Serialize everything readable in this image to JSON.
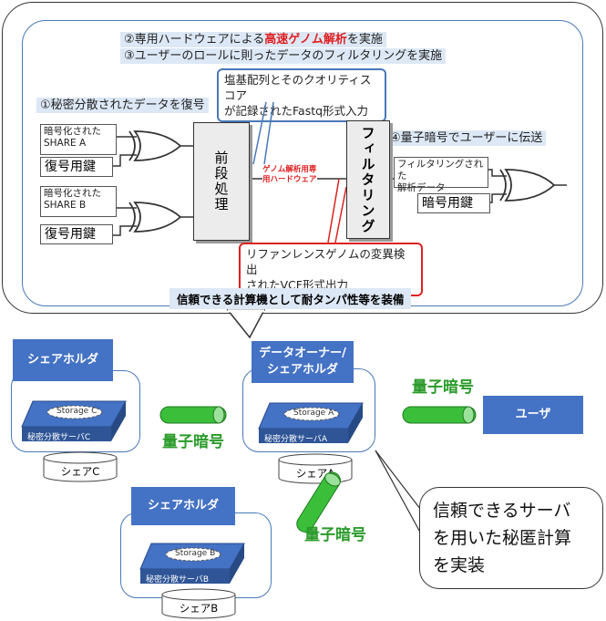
{
  "top": {
    "line2_prefix": "②専用ハードウェアによる",
    "line2_highlight": "高速ゲノム解析",
    "line2_suffix": "を実施",
    "line3": "③ユーザーのロールに則ったデータのフィルタリングを実施",
    "step1": "①秘密分散されたデータを復号",
    "step4": "④量子暗号でユーザーに伝送",
    "fastq_line1": "塩基配列とそのクオリティスコア",
    "fastq_line2": "が記録されたFastq形式入力",
    "vcf_line1": "リファンレンスゲノムの変異検出",
    "vcf_line2": "されたVCF形式出力",
    "share_a_line1": "暗号化された",
    "share_a_line2": "SHARE A",
    "share_b_line1": "暗号化された",
    "share_b_line2": "SHARE B",
    "key_label": "復号用鍵",
    "preprocess": "前段処理",
    "hw_line1": "ゲノム解析用専",
    "hw_line2": "用ハードウェア",
    "filtering": "フィルタリング",
    "filtered_line1": "フィルタリングされた",
    "filtered_line2": "解析データ",
    "cipher_key": "暗号用鍵",
    "footer": "信頼できる計算機として耐タンパ性等を装備"
  },
  "bottom": {
    "node_c": {
      "role": "シェアホルダ",
      "storage": "Storage C",
      "server": "秘密分散サーバC",
      "disk": "シェアC"
    },
    "node_a": {
      "role_line1": "データオーナー/",
      "role_line2": "シェアホルダ",
      "storage": "Storage A",
      "server": "秘密分散サーバA",
      "disk": "シェアA"
    },
    "node_b": {
      "role": "シェアホルダ",
      "storage": "Storage B",
      "server": "秘密分散サーバB",
      "disk": "シェアB"
    },
    "user": "ユーザ",
    "quantum": "量子暗号",
    "trust_line1": "信頼できるサーバ",
    "trust_line2": "を用いた秘匿計算",
    "trust_line3": "を実装"
  },
  "colors": {
    "accent_blue": "#4472c4",
    "quantum_green": "#3bbf3b",
    "highlight_red": "#e02020"
  }
}
